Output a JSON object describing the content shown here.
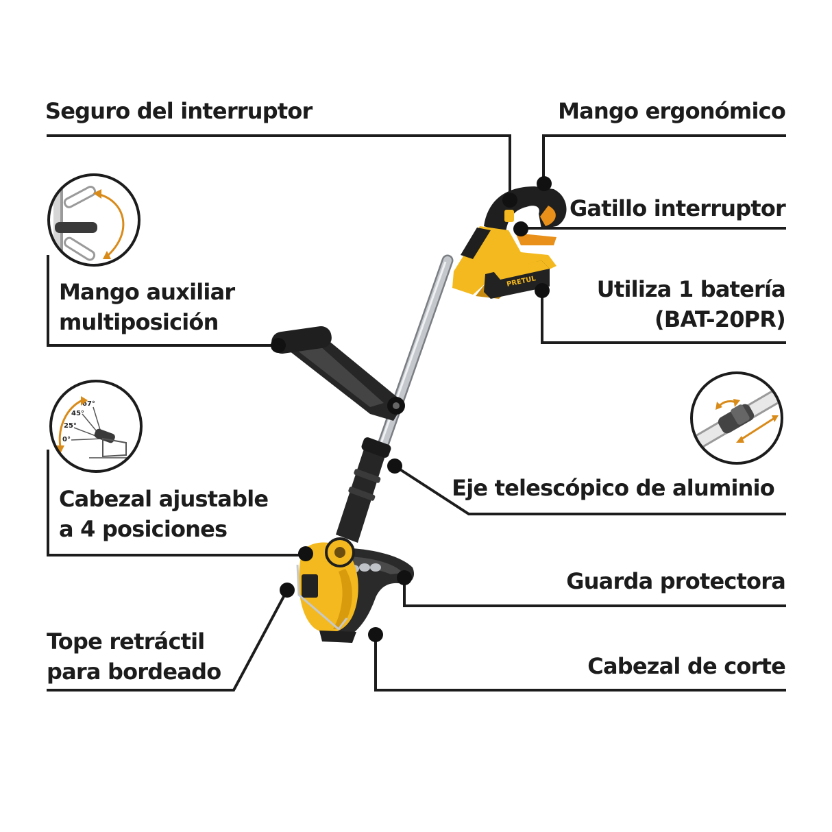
{
  "labels": {
    "switch_lock": "Seguro del interruptor",
    "ergonomic_handle": "Mango ergonómico",
    "trigger_switch": "Gatillo interruptor",
    "battery_line1": "Utiliza 1 batería",
    "battery_line2": "(BAT-20PR)",
    "aux_handle_line1": "Mango auxiliar",
    "aux_handle_line2": "multiposición",
    "telescopic_shaft": "Eje telescópico de aluminio",
    "adjustable_head_line1": "Cabezal ajustable",
    "adjustable_head_line2": "a 4 posiciones",
    "guard": "Guarda protectora",
    "edging_stop_line1": "Tope retráctil",
    "edging_stop_line2": "para bordeado",
    "cutting_head": "Cabezal de corte"
  },
  "angle_marks": [
    "67°",
    "45°",
    "25°",
    "0°"
  ],
  "brand": "PRETUL",
  "colors": {
    "tool_yellow": "#f4b91e",
    "tool_black": "#222222",
    "accent_orange": "#e8901a",
    "shaft_silver": "#b8bcc0",
    "leader_line": "#1c1c1c"
  }
}
